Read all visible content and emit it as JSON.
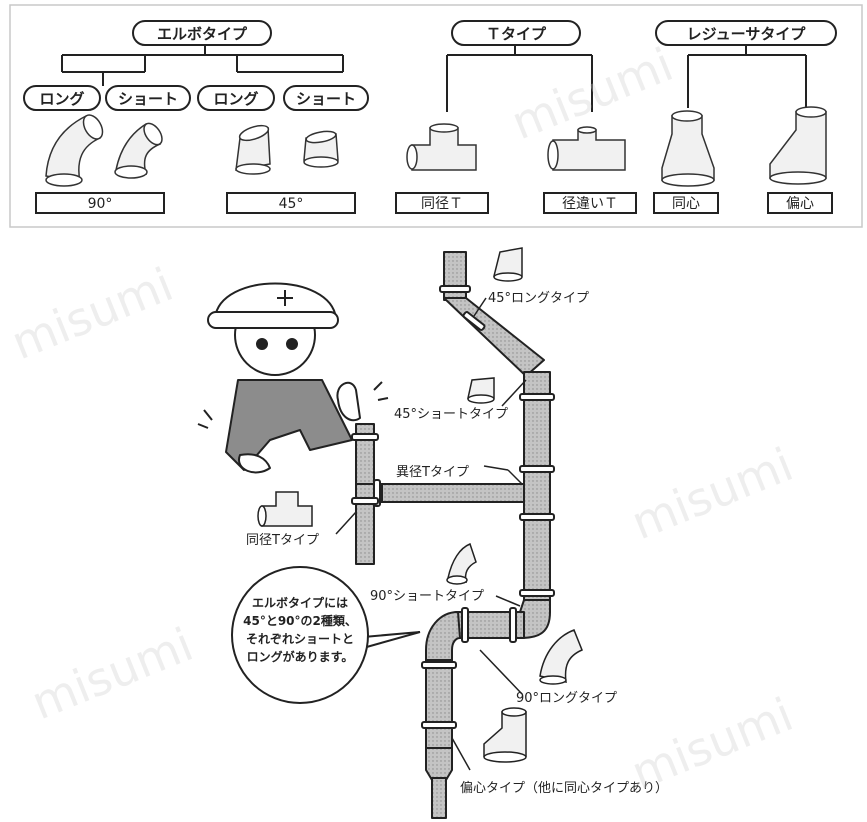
{
  "top": {
    "groups": {
      "elbow": "エルボタイプ",
      "tee": "Ｔタイプ",
      "reducer": "レジューサタイプ"
    },
    "subtypes": {
      "long1": "ロング",
      "short1": "ショート",
      "long2": "ロング",
      "short2": "ショート"
    },
    "boxes": {
      "angle90": "90°",
      "angle45": "45°",
      "equal_tee": "同径Ｔ",
      "reducing_tee": "径違いＴ",
      "concentric": "同心",
      "eccentric": "偏心"
    }
  },
  "labels": {
    "l45_long": "45°ロングタイプ",
    "l45_short": "45°ショートタイプ",
    "reducing_tee": "異径Tタイプ",
    "equal_tee": "同径Tタイプ",
    "l90_short": "90°ショートタイプ",
    "l90_long": "90°ロングタイプ",
    "eccentric": "偏心タイプ（他に同心タイプあり）"
  },
  "bubble": {
    "line1": "エルボタイプには",
    "line2": "45°と90°の2種類、",
    "line3": "それぞれショートと",
    "line4": "ロングがあります。"
  },
  "watermark": "misumi",
  "colors": {
    "ink": "#222222",
    "pipe": "#b9b9b9",
    "panel_border": "#c8c8c8",
    "jacket": "#8c8c8c"
  }
}
